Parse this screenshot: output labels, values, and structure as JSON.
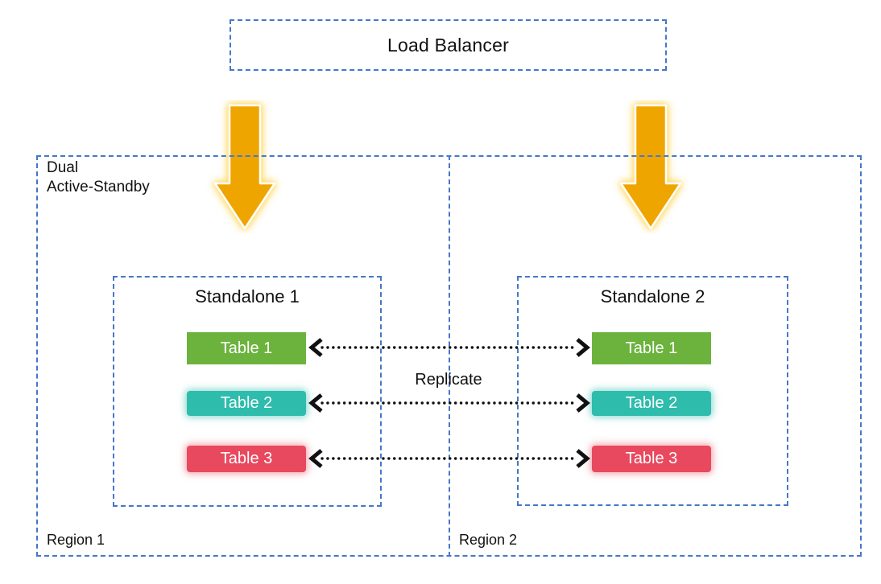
{
  "title": "Dual Active-Standby replication diagram",
  "load_balancer": {
    "label": "Load Balancer"
  },
  "deployment": {
    "mode_label": "Dual\nActive-Standby"
  },
  "flow": {
    "replicate_label": "Replicate"
  },
  "regions": [
    {
      "label": "Region 1",
      "standalone": {
        "title": "Standalone 1",
        "tables": [
          {
            "label": "Table 1"
          },
          {
            "label": "Table 2"
          },
          {
            "label": "Table 3"
          }
        ]
      }
    },
    {
      "label": "Region 2",
      "standalone": {
        "title": "Standalone 2",
        "tables": [
          {
            "label": "Table 1"
          },
          {
            "label": "Table 2"
          },
          {
            "label": "Table 3"
          }
        ]
      }
    }
  ],
  "colors": {
    "dashed_border": "#4677C8",
    "down_arrow_fill": "#EFA500",
    "down_arrow_glow": "#FFD966",
    "table1": "#6CB33E",
    "table2": "#2EBCAC",
    "table3": "#E8495E",
    "replication_line": "#111111"
  }
}
